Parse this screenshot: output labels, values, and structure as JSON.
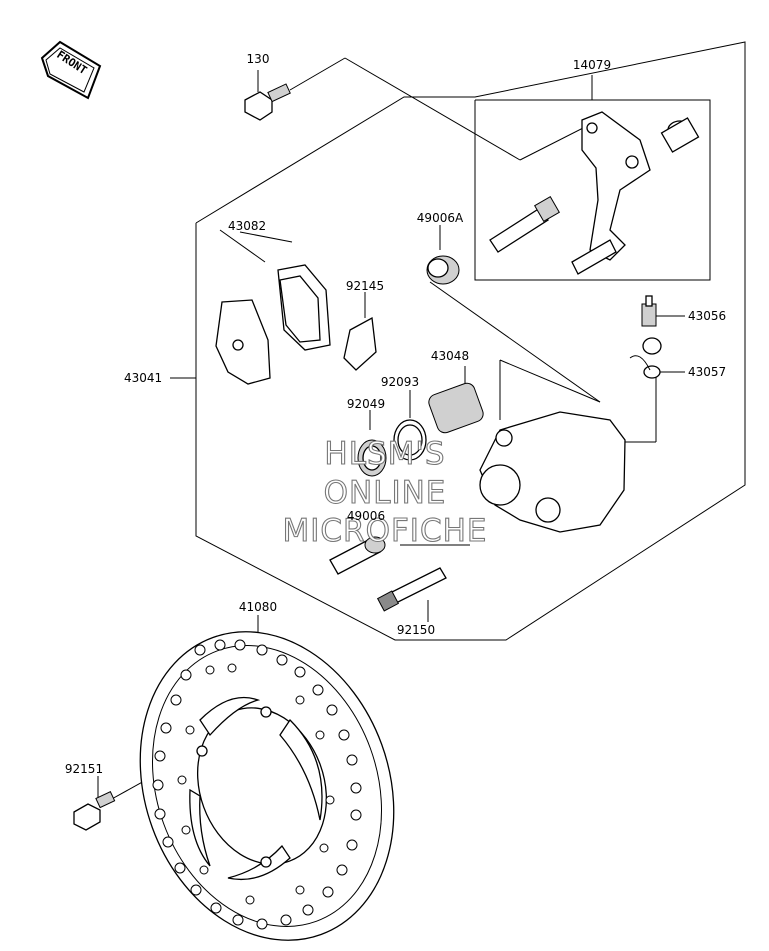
{
  "front_arrow": {
    "text": "FRONT",
    "icon": "front-direction-arrow-icon"
  },
  "labels": {
    "p130": "130",
    "p14079": "14079",
    "p49006A": "49006A",
    "p43082": "43082",
    "p92145": "92145",
    "p43056": "43056",
    "p43048": "43048",
    "p43057": "43057",
    "p43041": "43041",
    "p92093": "92093",
    "p92049": "92049",
    "p49006": "49006",
    "p92150": "92150",
    "p41080": "41080",
    "p92151": "92151"
  },
  "watermark": {
    "line1": "HLSM'S",
    "line2": "ONLINE",
    "line3": "MICROFICHE"
  },
  "colors": {
    "line": "#000000",
    "background": "#ffffff",
    "part_shading": "#d0d0d0",
    "watermark_outline": "#777777"
  }
}
